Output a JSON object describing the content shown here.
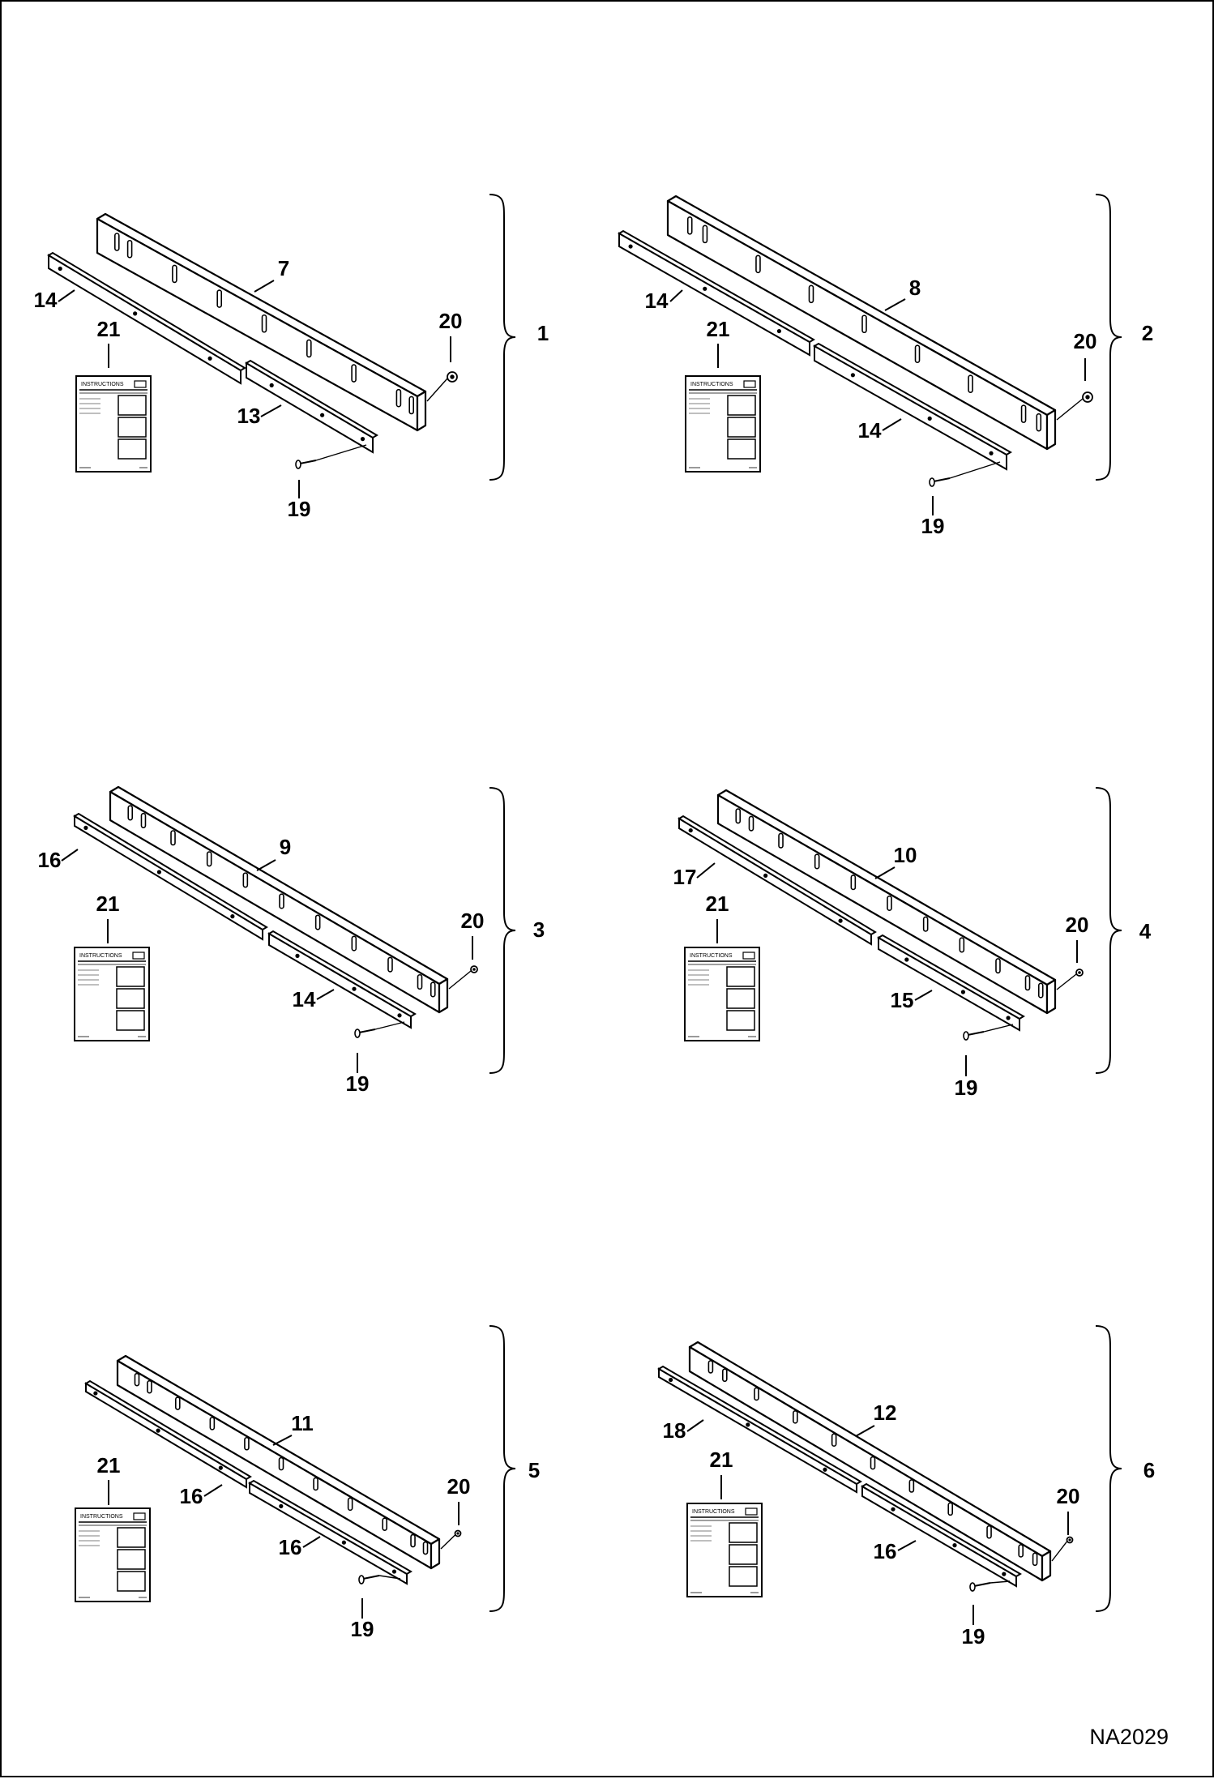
{
  "drawing_code": "NA2029",
  "instructions_text": "INSTRUCTIONS",
  "groups": [
    {
      "id": "1",
      "main": "7",
      "left": "14",
      "mid": "13",
      "bolt": "19",
      "nut": "20",
      "doc": "21"
    },
    {
      "id": "2",
      "main": "8",
      "left": "14",
      "mid": "14",
      "bolt": "19",
      "nut": "20",
      "doc": "21"
    },
    {
      "id": "3",
      "main": "9",
      "left": "16",
      "mid": "14",
      "bolt": "19",
      "nut": "20",
      "doc": "21"
    },
    {
      "id": "4",
      "main": "10",
      "left": "17",
      "mid": "15",
      "bolt": "19",
      "nut": "20",
      "doc": "21"
    },
    {
      "id": "5",
      "main": "11",
      "left": "16",
      "mid": "16",
      "bolt": "19",
      "nut": "20",
      "doc": "21"
    },
    {
      "id": "6",
      "main": "12",
      "left": "18",
      "mid": "16",
      "bolt": "19",
      "nut": "20",
      "doc": "21"
    }
  ]
}
